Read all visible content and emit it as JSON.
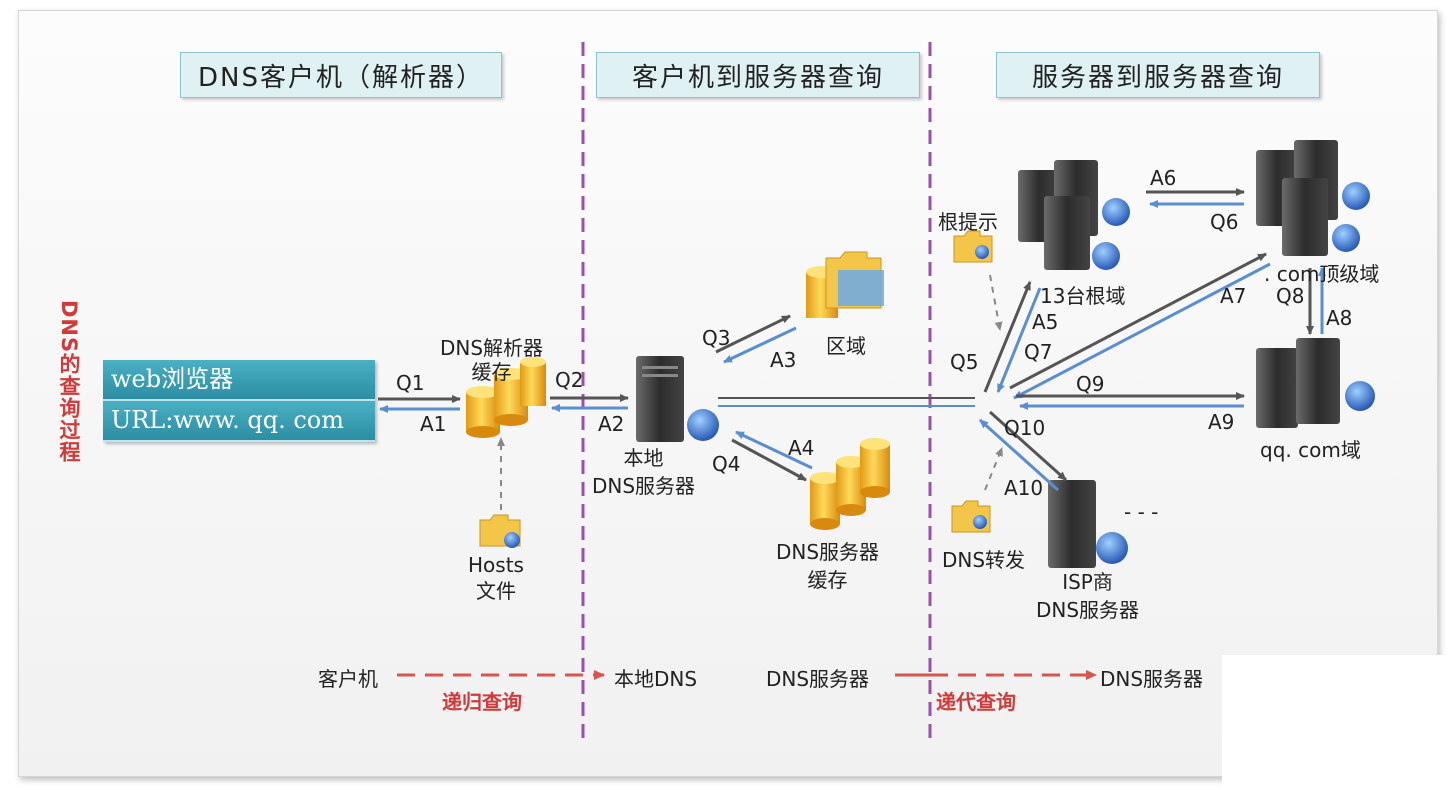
{
  "headers": {
    "client": "DNS客户机（解析器）",
    "client_to_server": "客户机到服务器查询",
    "server_to_server": "服务器到服务器查询"
  },
  "side_title": "DNS的查询过程",
  "browser": {
    "line1": "web浏览器",
    "line2": "URL:www. qq. com"
  },
  "nodes": {
    "resolver_cache": "DNS解析器\n缓存",
    "hosts_file": "Hosts\n文件",
    "local_dns": "本地\nDNS服务器",
    "zone": "区域",
    "dns_cache": "DNS服务器\n缓存",
    "root_hints": "根提示",
    "root_servers": "13台根域",
    "com_tld": ". com顶级域",
    "qq_domain": "qq. com域",
    "dns_forward": "DNS转发",
    "isp_dns": "ISP商\nDNS服务器",
    "ellipsis": "- - -"
  },
  "edges": {
    "q1": "Q1",
    "a1": "A1",
    "q2": "Q2",
    "a2": "A2",
    "q3": "Q3",
    "a3": "A3",
    "q4": "Q4",
    "a4": "A4",
    "q5": "Q5",
    "a5": "A5",
    "a6": "A6",
    "q6": "Q6",
    "a7": "A7",
    "q7": "Q7",
    "q8": "Q8",
    "a8": "A8",
    "q9": "Q9",
    "a9": "A9",
    "q10": "Q10",
    "a10": "A10"
  },
  "footer": {
    "client": "客户机",
    "recursive": "递归查询",
    "local_dns": "本地DNS",
    "dns_server_left": "DNS服务器",
    "iterative": "递代查询",
    "dns_server_right": "DNS服务器"
  },
  "colors": {
    "arrow_dark": "#555555",
    "arrow_blue": "#5b8ed0",
    "divider": "#9b4fb0",
    "red_text": "#d23a3a",
    "header_bg": "#dff1f3",
    "browser_bg": "#2b8ea3"
  }
}
